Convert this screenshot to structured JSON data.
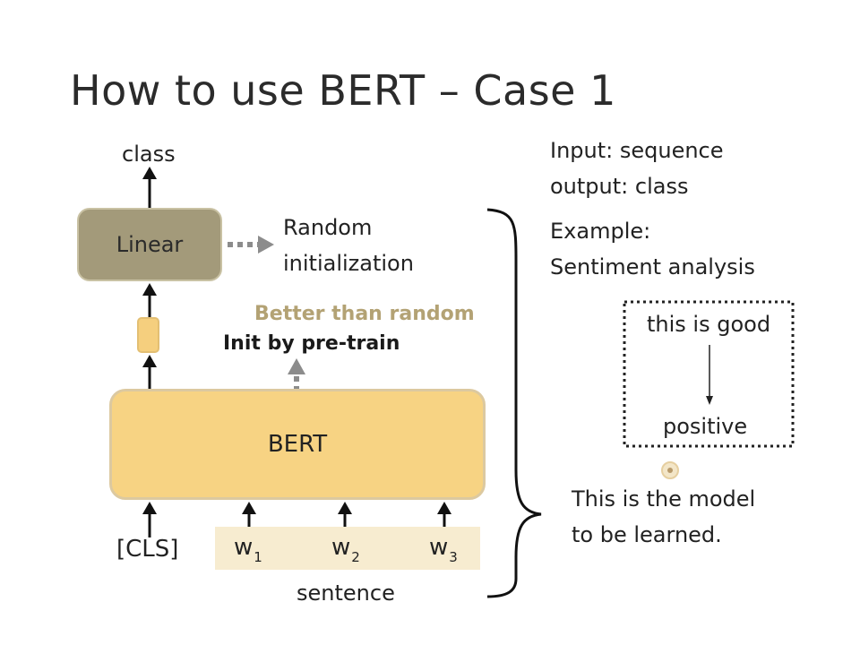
{
  "slide": {
    "title": "How to use BERT – Case 1"
  },
  "diagram": {
    "class_label": "class",
    "linear_label": "Linear",
    "random_init_line1": "Random",
    "random_init_line2": "initialization",
    "better_than_random": "Better than random",
    "init_by_pretrain": "Init by pre-train",
    "bert_label": "BERT",
    "cls_token": "[CLS]",
    "tokens": [
      {
        "base": "w",
        "sub": "1"
      },
      {
        "base": "w",
        "sub": "2"
      },
      {
        "base": "w",
        "sub": "3"
      }
    ],
    "sentence_label": "sentence"
  },
  "notes": {
    "input_line": "Input:  sequence",
    "output_line": "output: class",
    "example_line1": "Example:",
    "example_line2": "Sentiment analysis",
    "example_box_top": "this is good",
    "example_box_bottom": "positive",
    "model_note_line1": "This is the model",
    "model_note_line2": "to be learned."
  },
  "colors": {
    "linear_fill": "#a39a7a",
    "bert_fill": "#f7d383",
    "sentence_fill": "#f7ecd0",
    "better_than_random_text": "#b3a274",
    "dotted_arrow": "#8c8c8c"
  },
  "icons": {
    "pointer": "laser-pointer-icon"
  }
}
